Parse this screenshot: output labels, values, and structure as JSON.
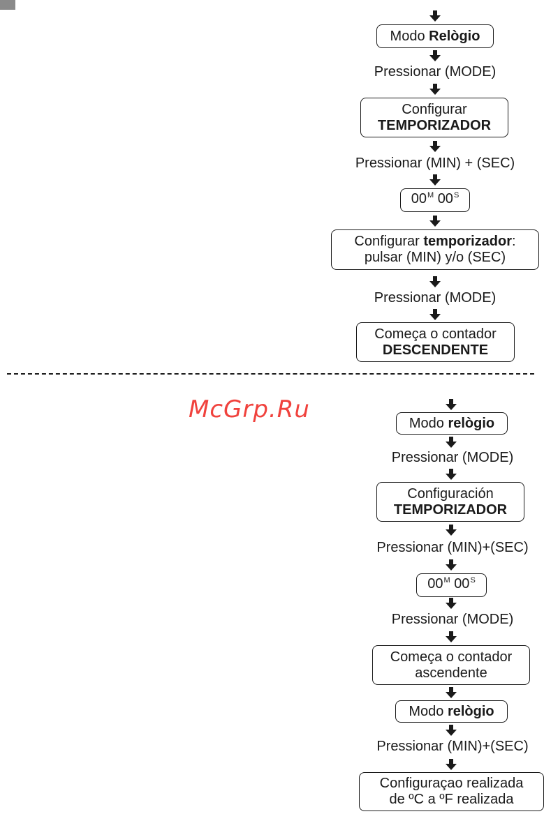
{
  "watermark": "McGrp.Ru",
  "timer": {
    "mode": {
      "pre": "Modo ",
      "bold": "Relògio"
    },
    "press_mode_1": "Pressionar (MODE)",
    "config": {
      "line1": "Configurar",
      "line2": "TEMPORIZADOR"
    },
    "press_min_sec": "Pressionar (MIN) + (SEC)",
    "display": {
      "min": "00",
      "min_unit": "M",
      "sec": "00",
      "sec_unit": "S"
    },
    "setup": {
      "pre": "Configurar ",
      "bold": "temporizador",
      "post": ":",
      "line2": "pulsar (MIN) y/o (SEC)"
    },
    "press_mode_2": "Pressionar (MODE)",
    "countdown": {
      "line1": "Começa o contador",
      "line2": "DESCENDENTE"
    }
  },
  "stopwatch": {
    "mode": {
      "pre": "Modo ",
      "bold": "relògio"
    },
    "press_mode_1": "Pressionar (MODE)",
    "config": {
      "line1": "Configuración",
      "line2": "TEMPORIZADOR"
    },
    "press_min_sec": "Pressionar (MIN)+(SEC)",
    "display": {
      "min": "00",
      "min_unit": "M",
      "sec": "00",
      "sec_unit": "S"
    },
    "press_mode_2": "Pressionar (MODE)",
    "countup": {
      "line1": "Começa o contador",
      "line2": "ascendente"
    }
  },
  "units": {
    "mode": {
      "pre": "Modo ",
      "bold": "relògio"
    },
    "press_min_sec": "Pressionar (MIN)+(SEC)",
    "done": {
      "line1": "Configuraçao realizada",
      "line2": "de ºC a ºF realizada"
    }
  }
}
